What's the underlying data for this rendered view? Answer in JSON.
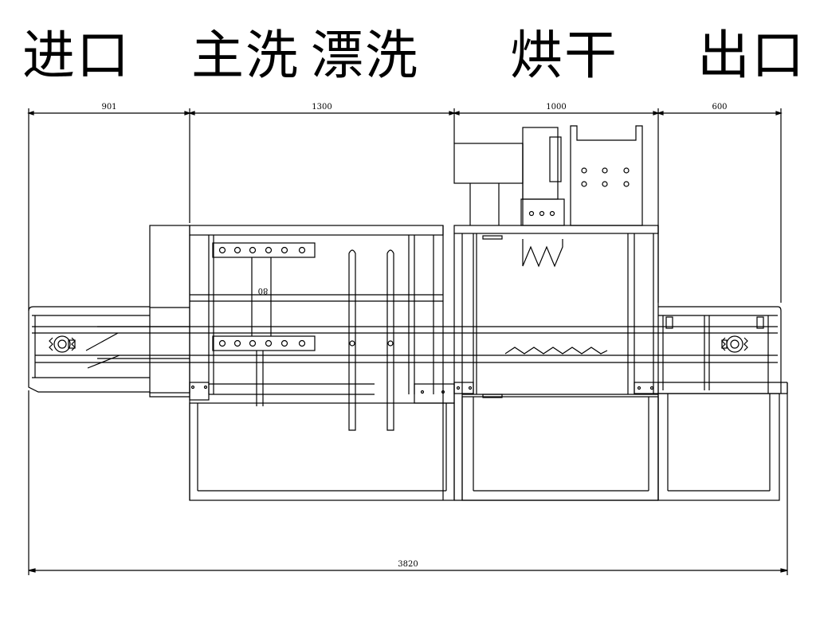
{
  "stage_labels": {
    "inlet": "进口",
    "main_wash": "主洗",
    "rinse": "漂洗",
    "drying": "烘干",
    "outlet": "出口"
  },
  "dimensions": {
    "inlet": "901",
    "wash_rinse": "1300",
    "drying": "1000",
    "outlet": "600",
    "total": "3820",
    "tank_detail": "80"
  },
  "colors": {
    "line": "#000000",
    "background": "#ffffff"
  }
}
